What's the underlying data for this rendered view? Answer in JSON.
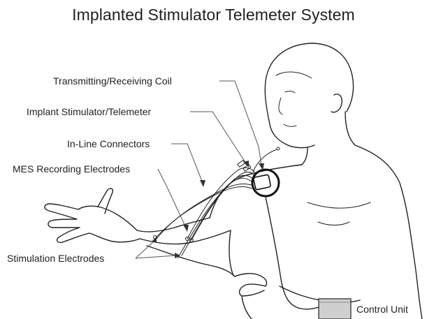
{
  "title": "Implanted Stimulator Telemeter System",
  "labels": {
    "coil": "Transmitting/Receiving Coil",
    "implant": "Implant Stimulator/Telemeter",
    "connectors": "In-Line Connectors",
    "mes": "MES Recording Electrodes",
    "stimulation": "Stimulation Electrodes",
    "control": "Control Unit"
  },
  "icons": {
    "figure": "human-upper-body-icon",
    "coil": "implant-coil-icon",
    "control_unit": "control-unit-box-icon"
  },
  "colors": {
    "ink": "#222222",
    "leader": "#555555",
    "control_unit_fill": "#cfcfcf"
  }
}
